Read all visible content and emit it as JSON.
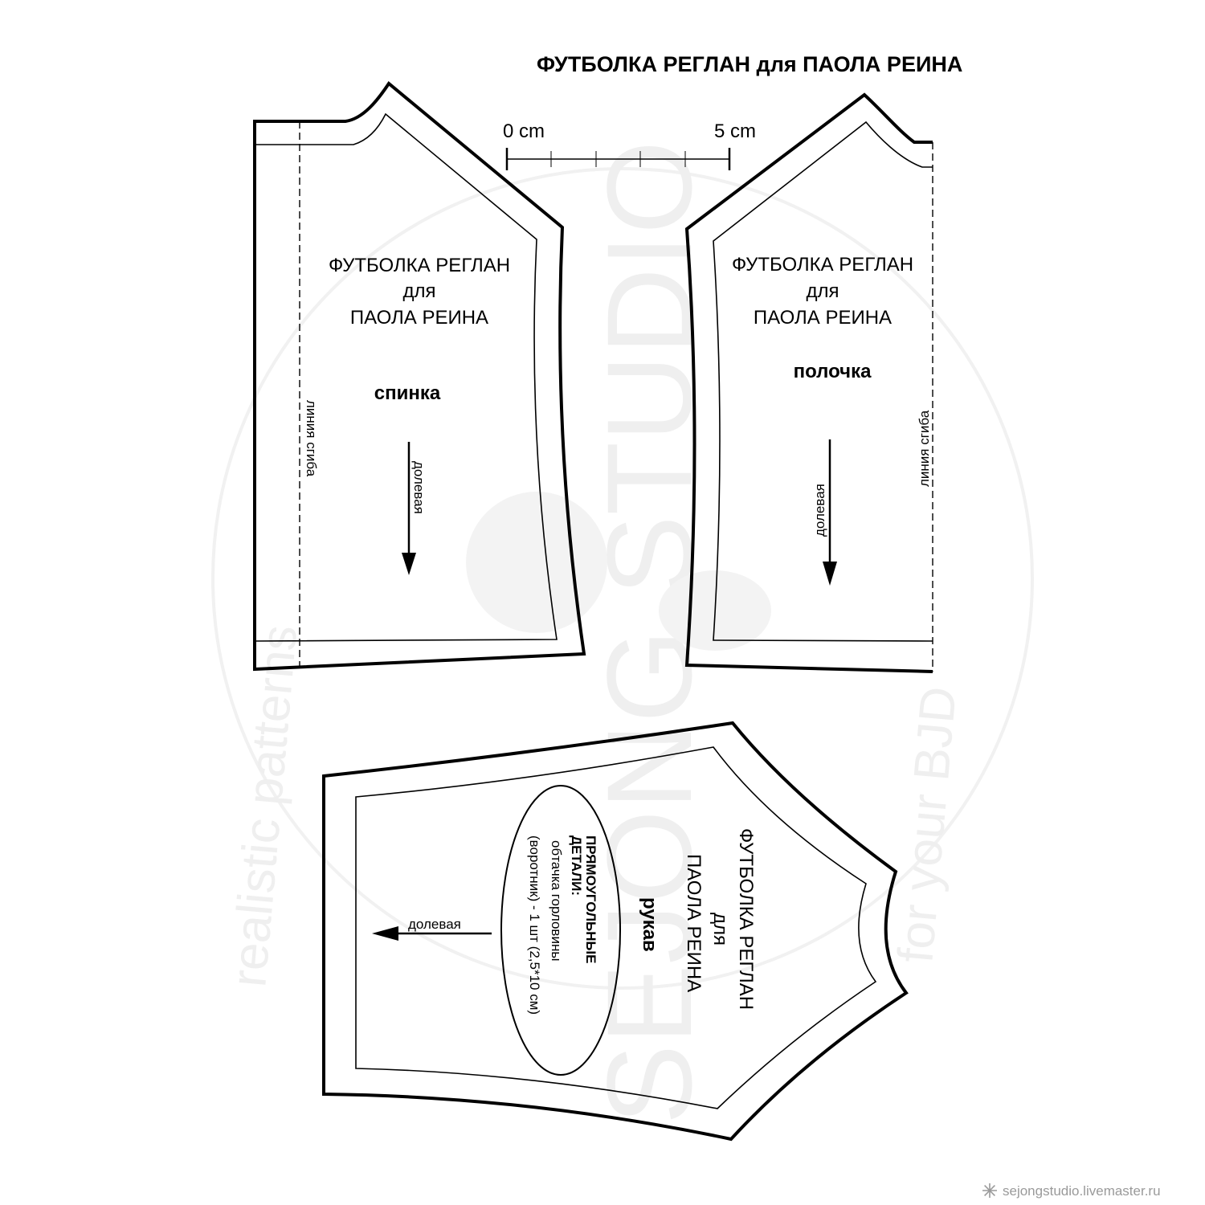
{
  "title": "ФУТБОЛКА РЕГЛАН для  ПАОЛА РЕИНА",
  "scale": {
    "start": "0 cm",
    "end": "5 cm"
  },
  "back_piece": {
    "line1": "ФУТБОЛКА РЕГЛАН",
    "line2": "для",
    "line3": "ПАОЛА РЕИНА",
    "name": "спинка",
    "grain": "долевая",
    "fold": "линия сгиба"
  },
  "front_piece": {
    "line1": "ФУТБОЛКА РЕГЛАН",
    "line2": "для",
    "line3": "ПАОЛА РЕИНА",
    "name": "полочка",
    "grain": "долевая",
    "fold": "линия сгиба"
  },
  "sleeve_piece": {
    "line1": "ФУТБОЛКА РЕГЛАН",
    "line2": "для",
    "line3": "ПАОЛА РЕИНА",
    "name": "рукав",
    "grain": "долевая",
    "note_title_1": "ПРЯМОУГОЛЬНЫЕ",
    "note_title_2": "ДЕТАЛИ:",
    "note_line_1": "обтачка горловины",
    "note_line_2": "(воротник) - 1 шт (2,5*10 см)"
  },
  "watermark": {
    "brand": "SEJONG STUDIO",
    "left_text": "realistic patterns",
    "right_text": "for your BJD"
  },
  "footer": {
    "site": "sejongstudio.livemaster.ru",
    "icon": "snowflake-icon"
  }
}
